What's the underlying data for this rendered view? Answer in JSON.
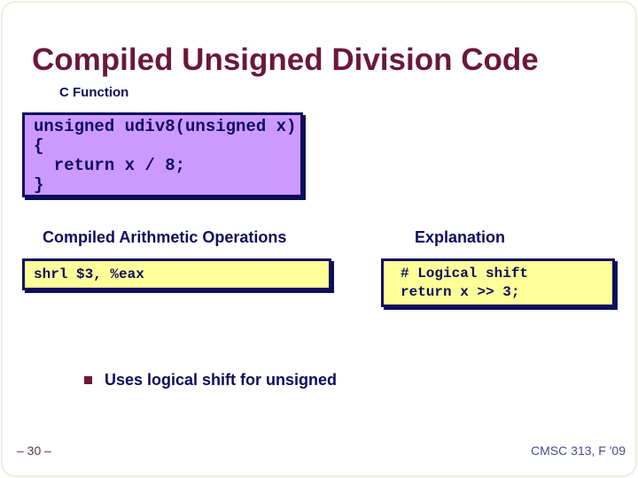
{
  "slide": {
    "title": "Compiled Unsigned Division Code",
    "c_function_label": "C Function",
    "c_code": "unsigned udiv8(unsigned x)\n{\n  return x / 8;\n}",
    "left_column_heading": "Compiled Arithmetic Operations",
    "right_column_heading": "Explanation",
    "asm_code": "shrl $3, %eax",
    "explanation_code": "# Logical shift\nreturn x >> 3;",
    "bullet_text": "Uses logical shift for unsigned",
    "footer": {
      "page_number": "– 30 –",
      "course": "CMSC 313, F '09"
    }
  },
  "colors": {
    "title_maroon": "#6a1839",
    "navy": "#0d0d5e",
    "purple_box_bg": "#cc99ff",
    "yellow_box_bg": "#ffff99",
    "footer_page_color": "#5c3757",
    "footer_course_color": "#4a4a8f",
    "background": "#ffffff"
  }
}
